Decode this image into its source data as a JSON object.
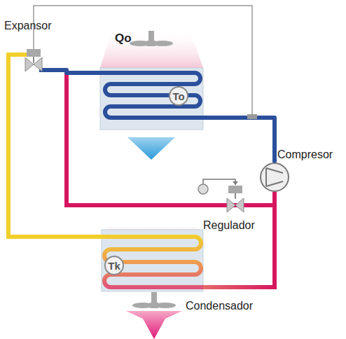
{
  "diagram": {
    "nodes": [
      {
        "text": [
          "To"
        ]
      },
      {
        "text": [
          "Tk"
        ]
      }
    ],
    "labels": [
      "Expansor",
      "Qo",
      "Compresor",
      "Regulador",
      "Condensador"
    ]
  }
}
